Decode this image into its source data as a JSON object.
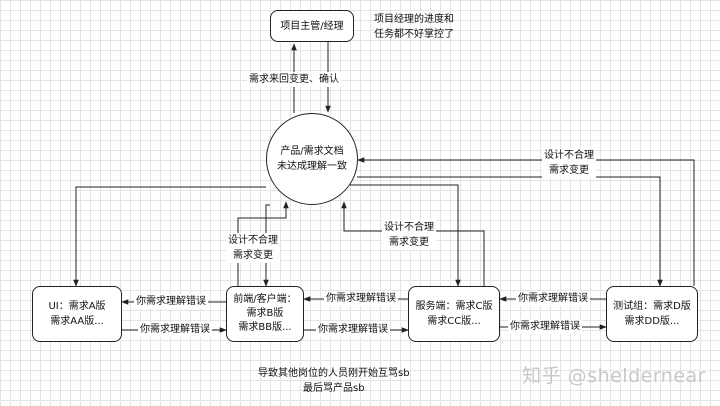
{
  "nodes": {
    "manager": [
      "项目主管/经理"
    ],
    "doc": [
      "产品/需求文档",
      "未达成理解一致"
    ],
    "ui": [
      "UI：需求A版",
      "需求AA版..."
    ],
    "frontend": [
      "前端/客户端：",
      "需求B版",
      "需求BB版..."
    ],
    "server": [
      "服务端：需求C版",
      "需求CC版..."
    ],
    "test": [
      "测试组：需求D版",
      "需求DD版..."
    ]
  },
  "labels": {
    "manager_note": [
      "项目经理的进度和",
      "任务都不好掌控了"
    ],
    "manager_doc": [
      "需求来回变更、确认"
    ],
    "test_doc": [
      "设计不合理",
      "需求变更"
    ],
    "server_doc": [
      "设计不合理",
      "需求变更"
    ],
    "frontend_doc": [
      "设计不合理",
      "需求变更"
    ],
    "fe_to_ui": [
      "你需求理解错误"
    ],
    "ui_to_fe": [
      "你需求理解错误"
    ],
    "srv_to_fe": [
      "你需求理解错误"
    ],
    "fe_to_srv": [
      "你需求理解错误"
    ],
    "test_to_srv": [
      "你需求理解错误"
    ],
    "srv_to_test": [
      "你需求理解错误"
    ],
    "bottom_note": [
      "导致其他岗位的人员刚开始互骂sb",
      "最后骂产品sb"
    ]
  },
  "watermark": "知乎 @sheldernear"
}
